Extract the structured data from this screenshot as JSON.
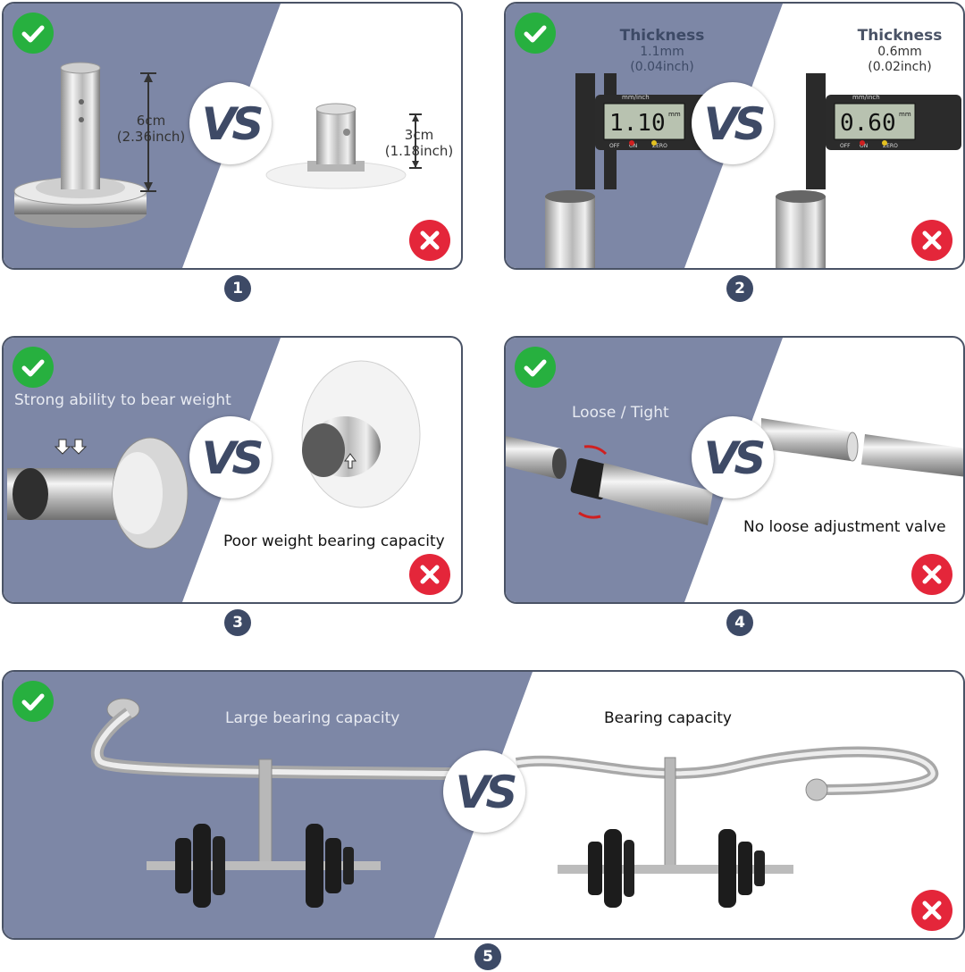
{
  "colors": {
    "accent": "#7d87a6",
    "outline": "#4a5366",
    "good": "#27b03f",
    "bad": "#e4263a"
  },
  "vs_text": "VS",
  "icons": {
    "good": "check-icon",
    "bad": "cross-icon"
  },
  "panels": [
    {
      "number": "1",
      "good": {
        "dimension": "6cm",
        "dimension_inch": "(2.36inch)"
      },
      "bad": {
        "dimension": "3cm",
        "dimension_inch": "(1.18inch)"
      }
    },
    {
      "number": "2",
      "good": {
        "title": "Thickness",
        "value": "1.1mm",
        "value_inch": "(0.04inch)",
        "display": "1.10",
        "unit": "mm"
      },
      "bad": {
        "title": "Thickness",
        "value": "0.6mm",
        "value_inch": "(0.02inch)",
        "display": "0.60",
        "unit": "mm"
      },
      "caliper_labels": {
        "scale": "mm/inch",
        "off": "OFF",
        "on": "ON",
        "zero": "ZERO"
      }
    },
    {
      "number": "3",
      "good": {
        "caption": "Strong ability to bear weight"
      },
      "bad": {
        "caption": "Poor weight bearing capacity"
      }
    },
    {
      "number": "4",
      "good": {
        "caption": "Loose / Tight"
      },
      "bad": {
        "caption": "No loose adjustment valve"
      }
    },
    {
      "number": "5",
      "good": {
        "caption": "Large bearing capacity"
      },
      "bad": {
        "caption": "Bearing capacity"
      }
    }
  ]
}
